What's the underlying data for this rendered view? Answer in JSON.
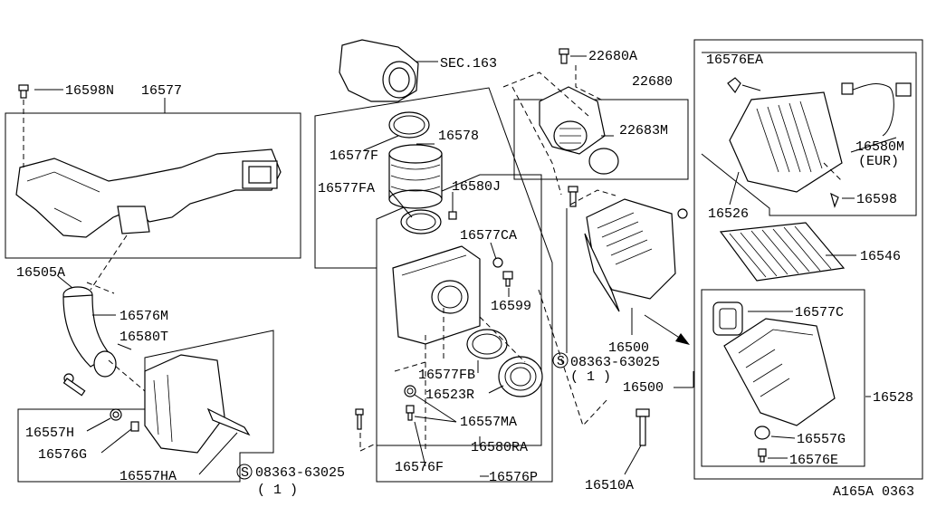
{
  "labels": {
    "l16598N": "16598N",
    "l16577": "16577",
    "l16505A": "16505A",
    "l16576M": "16576M",
    "l16580T": "16580T",
    "l16557H": "16557H",
    "l16576G": "16576G",
    "l16557HA": "16557HA",
    "sec163": "SEC.163",
    "l16577F": "16577F",
    "l16578": "16578",
    "l16577FA": "16577FA",
    "l16580J": "16580J",
    "l16577CA": "16577CA",
    "l16599": "16599",
    "l16577FB": "16577FB",
    "l16523R": "16523R",
    "l16557MA": "16557MA",
    "l16580RA": "16580RA",
    "l16576F": "16576F",
    "l16576P": "16576P",
    "bolt1": "08363-63025",
    "bolt1qty": "( 1 )",
    "l22680A": "22680A",
    "l22680": "22680",
    "l22683M": "22683M",
    "l16500a": "16500",
    "bolt2": "08363-63025",
    "bolt2qty": "( 1 )",
    "l16500b": "16500",
    "l16510A": "16510A",
    "l16576EA": "16576EA",
    "l16580M": "16580M",
    "l16580Meur": "(EUR)",
    "l16526": "16526",
    "l16598": "16598",
    "l16546": "16546",
    "l16577C": "16577C",
    "l16528": "16528",
    "l16557G": "16557G",
    "l16576E": "16576E",
    "s1": "S",
    "s2": "S",
    "ref": "A165A 0363"
  }
}
